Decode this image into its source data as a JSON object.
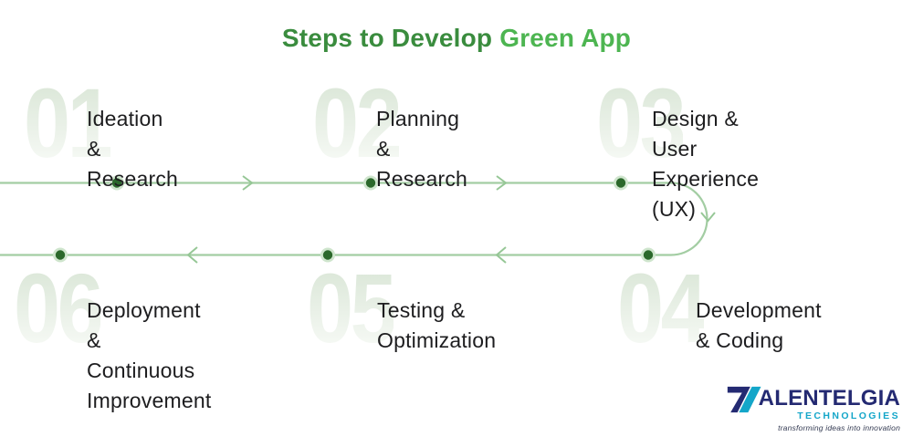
{
  "title": {
    "prefix": "Steps to Develop",
    "highlight": "Green App"
  },
  "steps": [
    {
      "number": "01",
      "label": "Ideation &\nResearch"
    },
    {
      "number": "02",
      "label": "Planning &\nResearch"
    },
    {
      "number": "03",
      "label": "Design & User\nExperience (UX)"
    },
    {
      "number": "04",
      "label": "Development\n& Coding"
    },
    {
      "number": "05",
      "label": "Testing &\nOptimization"
    },
    {
      "number": "06",
      "label": "Deployment &\nContinuous\nImprovement"
    }
  ],
  "timeline": {
    "top_row_direction": "left-to-right",
    "bottom_row_direction": "right-to-left",
    "line_color": "#a3cda3",
    "arrow_color": "#96c796",
    "dot_color": "#2b682b",
    "dot_halo_color": "#cfe5cd"
  },
  "logo": {
    "brand": "TALENTELGIA",
    "wordmark": "ALENTELGIA",
    "subtitle": "TECHNOLOGIES",
    "tagline": "transforming ideas into innovation",
    "navy": "#242a72",
    "teal": "#14a6c9"
  },
  "colors": {
    "title_green_dark": "#3a8c3e",
    "title_green_bright": "#4db551",
    "step_text": "#1d1d1f",
    "faded_number_top": "#d8e5d5",
    "faded_number_bottom": "#fafcf9",
    "background": "#ffffff"
  }
}
